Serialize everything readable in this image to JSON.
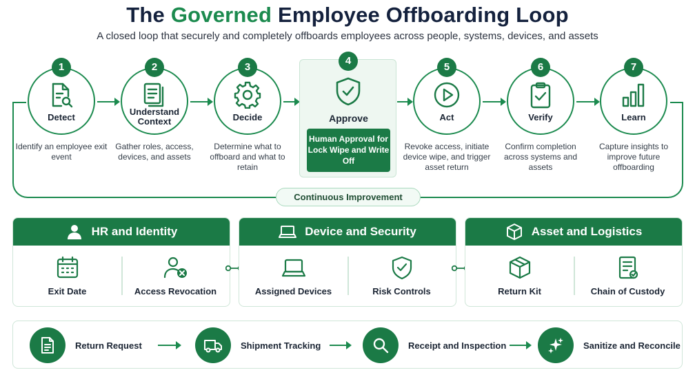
{
  "header": {
    "title_prefix": "The ",
    "title_accent": "Governed",
    "title_suffix": " Employee Offboarding Loop",
    "subtitle": "A closed loop that securely and completely offboards employees across people, systems, devices, and assets"
  },
  "loop": {
    "steps": [
      {
        "num": "1",
        "label": "Detect",
        "desc": "Identify an employee exit event",
        "icon": "document-search-icon"
      },
      {
        "num": "2",
        "label": "Understand Context",
        "desc": "Gather roles, access, devices, and assets",
        "icon": "documents-icon"
      },
      {
        "num": "3",
        "label": "Decide",
        "desc": "Determine what to offboard and what to retain",
        "icon": "gear-icon"
      },
      {
        "num": "4",
        "label": "Approve",
        "desc": "Human Approval for Lock Wipe and Write Off",
        "icon": "shield-check-icon"
      },
      {
        "num": "5",
        "label": "Act",
        "desc": "Revoke access, initiate device wipe, and trigger asset return",
        "icon": "play-icon"
      },
      {
        "num": "6",
        "label": "Verify",
        "desc": "Confirm completion across systems and assets",
        "icon": "clipboard-check-icon"
      },
      {
        "num": "7",
        "label": "Learn",
        "desc": "Capture insights to improve future offboarding",
        "icon": "bar-chart-icon"
      }
    ],
    "continuous_improvement": "Continuous Improvement"
  },
  "panels": [
    {
      "title": "HR and Identity",
      "icon": "person-icon",
      "items": [
        {
          "label": "Exit Date",
          "icon": "calendar-icon"
        },
        {
          "label": "Access Revocation",
          "icon": "user-remove-icon"
        }
      ]
    },
    {
      "title": "Device and Security",
      "icon": "laptop-icon",
      "items": [
        {
          "label": "Assigned Devices",
          "icon": "laptop-icon"
        },
        {
          "label": "Risk Controls",
          "icon": "shield-check-icon"
        }
      ]
    },
    {
      "title": "Asset and Logistics",
      "icon": "box-icon",
      "items": [
        {
          "label": "Return Kit",
          "icon": "package-icon"
        },
        {
          "label": "Chain of Custody",
          "icon": "custody-document-icon"
        }
      ]
    }
  ],
  "workflow": [
    {
      "label": "Return Request",
      "icon": "document-icon"
    },
    {
      "label": "Shipment Tracking",
      "icon": "truck-icon"
    },
    {
      "label": "Receipt and Inspection",
      "icon": "magnifier-icon"
    },
    {
      "label": "Sanitize and Reconcile",
      "icon": "sparkle-icon"
    }
  ],
  "colors": {
    "accent": "#1b7a46",
    "line": "#1b8a4e",
    "title": "#14213d"
  }
}
